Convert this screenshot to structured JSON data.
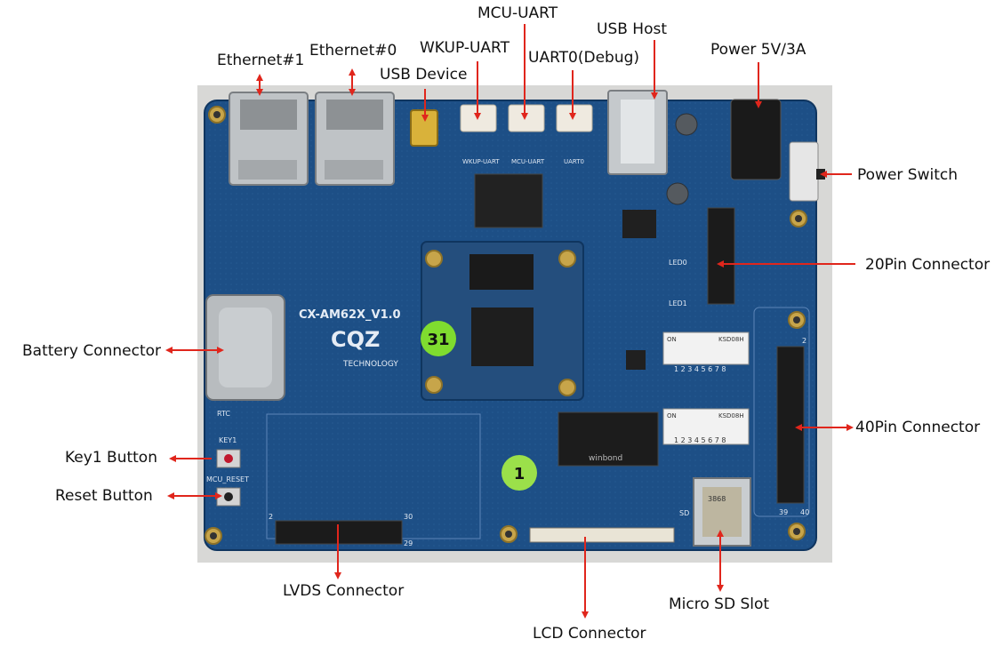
{
  "board": {
    "silkscreen_name": "CX-AM62X_V1.0",
    "silkscreen_company": "TECHNOLOGY",
    "chip_brand": "winbond",
    "sticker_top": "31",
    "sticker_bottom": "1",
    "marks": {
      "rtc": "RTC",
      "key1": "KEY1",
      "mcu_reset": "MCU_RESET",
      "led0": "LED0",
      "led1": "LED1",
      "sd": "SD",
      "ksd": "KSD08H",
      "on": "ON",
      "dip_numbers": "1 2 3 4 5 6 7 8",
      "wkup": "WKUP-UART",
      "mcu": "MCU-UART",
      "uart0": "UART0",
      "lvds_2": "2",
      "lvds_30": "30",
      "lvds_29": "29",
      "hdr_2": "2",
      "hdr_39": "39",
      "hdr_40": "40",
      "sd_card": "3868"
    }
  },
  "callouts": {
    "ethernet1": "Ethernet#1",
    "ethernet0": "Ethernet#0",
    "usb_device": "USB Device",
    "wkup_uart": "WKUP-UART",
    "mcu_uart": "MCU-UART",
    "uart0_debug": "UART0(Debug)",
    "usb_host": "USB Host",
    "power": "Power 5V/3A",
    "power_switch": "Power Switch",
    "pin20": "20Pin Connector",
    "battery": "Battery Connector",
    "pin40": "40Pin Connector",
    "key1": "Key1 Button",
    "reset": "Reset Button",
    "lvds": "LVDS Connector",
    "lcd": "LCD Connector",
    "microsd": "Micro SD Slot"
  },
  "colors": {
    "pcb": "#1d4f86",
    "pcb_dark": "#153d6b",
    "arrow": "#e0261c",
    "sticker_green": "#7fdc2f"
  }
}
